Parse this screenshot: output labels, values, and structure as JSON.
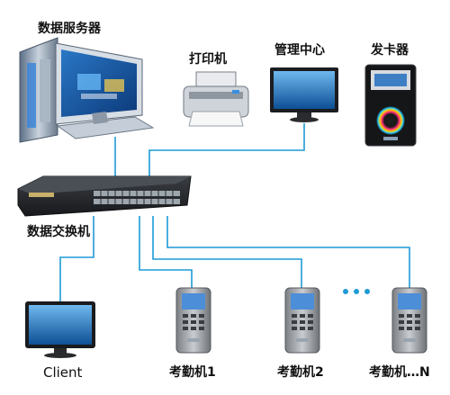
{
  "labels": {
    "data_server": "数据服务器",
    "printer": "打印机",
    "management_center": "管理中心",
    "card_issuer": "发卡器",
    "data_switch": "数据交换机",
    "client": "Client",
    "terminal_1": "考勤机1",
    "terminal_2": "考勤机2",
    "terminal_n": "考勤机…N"
  },
  "colors": {
    "link": "#1e9ad6",
    "label": "#111111",
    "ellipsis_dots": "#1e9ad6"
  },
  "icons": {
    "server": "desktop-server-icon",
    "printer": "printer-icon",
    "monitor": "monitor-icon",
    "card_issuer": "card-issuer-icon",
    "switch": "network-switch-icon",
    "terminal": "attendance-terminal-icon"
  }
}
